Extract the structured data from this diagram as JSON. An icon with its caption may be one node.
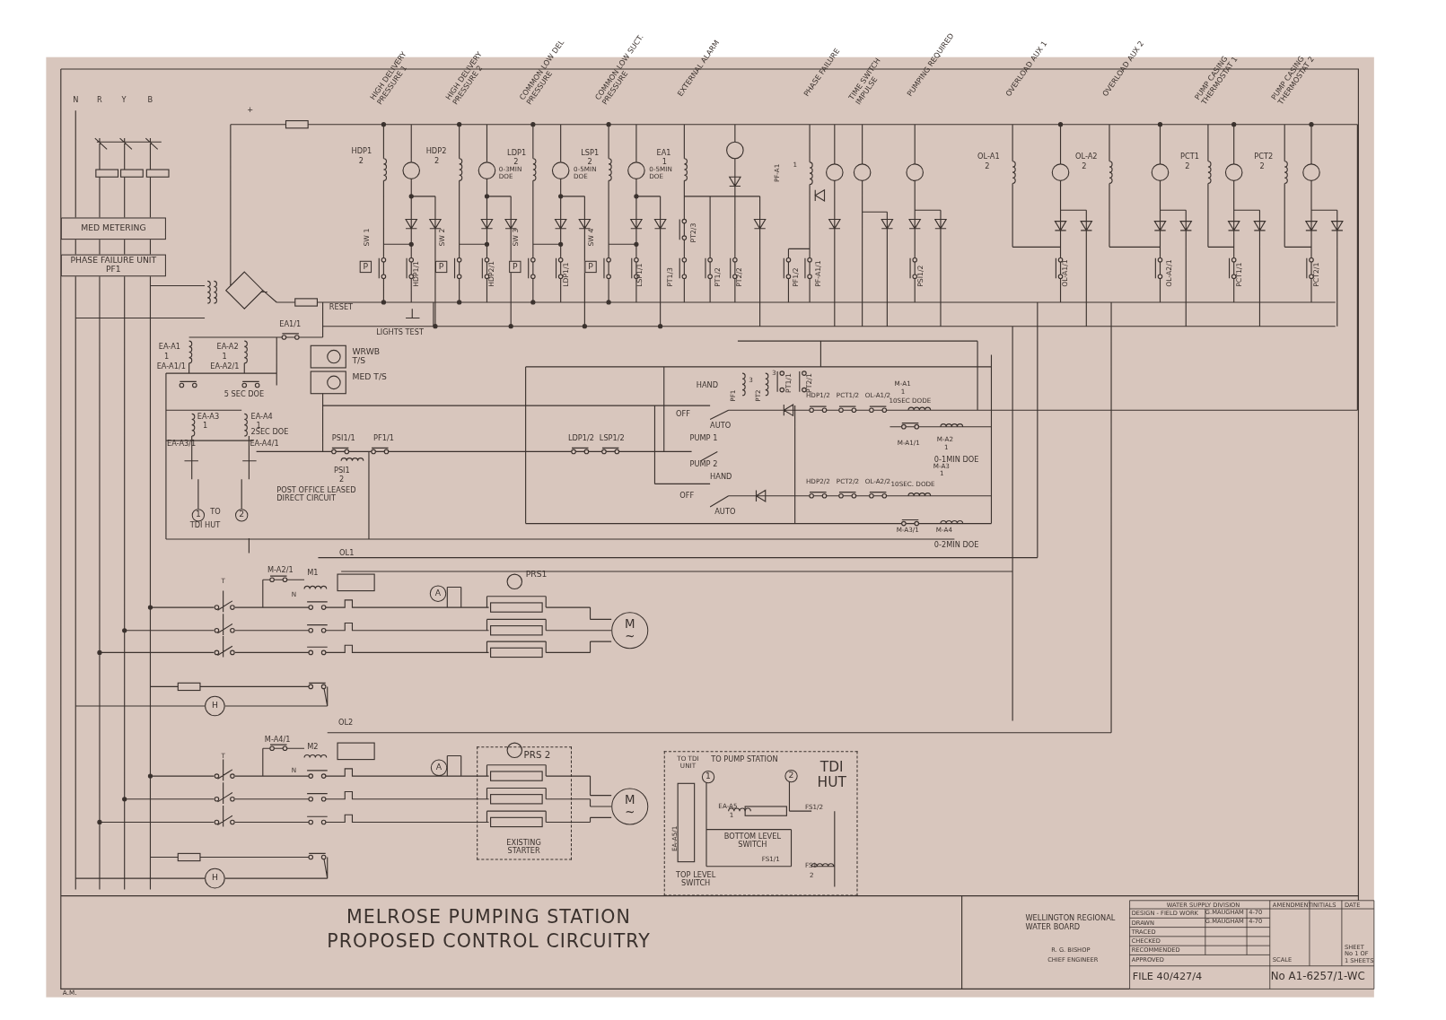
{
  "diagram": {
    "title": "MELROSE PUMPING STATION PROPOSED CONTROL CIRCUITRY",
    "nodes": [
      {
        "text": [
          "MED METERING"
        ]
      },
      {
        "text": [
          "PHASE FAILURE UNIT",
          "PF1"
        ]
      },
      {
        "text": [
          "P"
        ],
        "beside": [
          "SW 1"
        ]
      },
      {
        "text": [
          "P"
        ],
        "beside": [
          "SW 2"
        ]
      },
      {
        "text": [
          "P"
        ],
        "beside": [
          "SW 3"
        ]
      },
      {
        "text": [
          "P"
        ],
        "beside": [
          "SW 4"
        ]
      },
      {
        "text": [
          "1"
        ]
      },
      {
        "text": [
          "2"
        ]
      },
      {
        "text": [
          "A"
        ]
      },
      {
        "text": [
          "M",
          "~"
        ]
      },
      {
        "text": [
          "H"
        ]
      },
      {
        "text": [
          "A"
        ]
      },
      {
        "text": [
          "PRS 2",
          "EXISTING STARTER"
        ]
      },
      {
        "text": [
          "M",
          "~"
        ]
      },
      {
        "text": [
          "TO TDI UNIT",
          "TO PUMP STATION",
          "TDI HUT",
          "EA-A5",
          "1",
          "FS1/2",
          "EA-A5/1",
          "BOTTOM LEVEL SWITCH",
          "FS1/1",
          "TOP LEVEL SWITCH",
          "FS1",
          "2"
        ]
      },
      {
        "text": [
          "1"
        ],
        "in": 14
      },
      {
        "text": [
          "2"
        ],
        "in": 14
      },
      {
        "text": [
          "H"
        ]
      }
    ],
    "labels": [
      "N",
      "R",
      "Y",
      "B",
      "+",
      "HIGH DELIVERY PRESSURE 1",
      "HIGH DELIVERY PRESSURE 2",
      "COMMON LOW DEL PRESSURE",
      "COMMON LOW SUCT. PRESSURE",
      "EXTERNAL ALARM",
      "PHASE FAILURE",
      "TIME SWITCH IMPULSE",
      "PUMPING REQUIRED",
      "OVERLOAD AUX 1",
      "OVERLOAD AUX 2",
      "PUMP CASING THERMOSTAT 1",
      "PUMP CASING THERMOSTAT 2",
      "HDP1",
      "2",
      "HDP2",
      "2",
      "LDP1",
      "2",
      "0-3MIN DOE",
      "LSP1",
      "2",
      "0-5MIN DOE",
      "EA1",
      "1",
      "0-5MIN DOE",
      "PF-A1",
      "1",
      "OL-A1",
      "2",
      "OL-A2",
      "2",
      "PCT1",
      "2",
      "PCT2",
      "2",
      "HDP1/1",
      "HDP2/1",
      "LDP1/1",
      "LSP1/1",
      "PT2/3",
      "PT1/3",
      "PT1/2",
      "PT2/2",
      "PF1/2",
      "PF-A1/1",
      "PSI1/2",
      "OL-A1/1",
      "OL-A2/1",
      "PCT1/1",
      "PCT2/1",
      "−",
      "RESET",
      "LIGHTS TEST",
      "EA1/1",
      "EA-A1",
      "1",
      "EA-A2",
      "1",
      "WRWB T/S",
      "MED T/S",
      "EA-A1/1",
      "EA-A2/1",
      "5 SEC DOE",
      "EA-A3",
      "1",
      "EA-A4",
      "1",
      "2SEC DOE",
      "EA-A3/1",
      "EA-A4/1",
      "PSI1/1",
      "PF1/1",
      "PSI1",
      "2",
      "POST OFFICE LEASED DIRECT CIRCUIT",
      "TO",
      "TDI HUT",
      "HAND",
      "PF1",
      "3",
      "PT2",
      "3",
      "PT1/1",
      "PT2/1",
      "OFF",
      "HDP1/2",
      "PCT1/2",
      "OL-A1/2",
      "M-A1",
      "1",
      "10SEC DODE",
      "AUTO",
      "LDP1/2",
      "LSP1/2",
      "PUMP 1",
      "M-A1/1",
      "M-A2",
      "1",
      "PUMP 2",
      "0-1MIN DOE",
      "HAND",
      "M-A3",
      "1",
      "HDP2/2",
      "PCT2/2",
      "OL-A2/2",
      "10SEC. DODE",
      "OFF",
      "AUTO",
      "M-A3/1",
      "M-A4",
      "0-2MIN DOE",
      "OL1",
      "M-A2/1",
      "M1",
      "PRS1",
      "T",
      "N",
      "OL2",
      "M-A4/1",
      "M2",
      "T",
      "N",
      "WELLINGTON REGIONAL WATER BOARD",
      "R. G. BISHOP",
      "CHIEF ENGINEER",
      "WATER SUPPLY DIVISION",
      "AMENDMENT",
      "INITIALS",
      "DATE",
      "DESIGN - FIELD WORK",
      "G.MAUGHAM",
      "4-70",
      "DRAWN",
      "G.MAUGHAM",
      "4-70",
      "TRACED",
      "CHECKED",
      "RECOMMENDED",
      "APPROVED",
      "SCALE",
      "SHEET No 1 OF 1 SHEETS",
      "FILE 40/427/4",
      "No A1-6257/1-WC",
      "A.M."
    ]
  }
}
